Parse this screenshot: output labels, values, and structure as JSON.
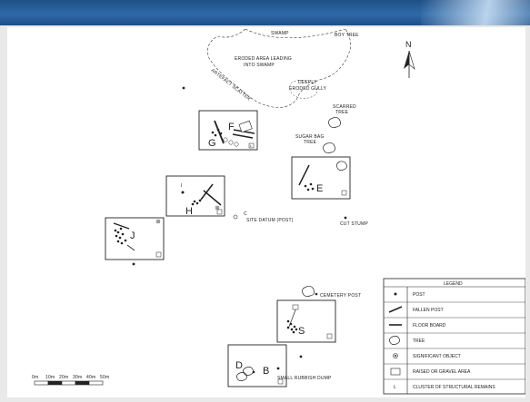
{
  "map": {
    "labels": {
      "swamp": "SWAMP",
      "boy_tree": "BOY TREE",
      "eroded_area": "ERODED AREA LEADING",
      "eroded_area_2": "INTO SWAMP",
      "artefact_scatter": "ARTEFACT SCATTER",
      "deeply_eroded": "DEEPLY",
      "deeply_eroded_2": "ERODED GULLY",
      "scarred_tree": "SCARRED",
      "scarred_tree_2": "TREE",
      "sugar_bag_tree": "SUGAR BAG",
      "sugar_bag_tree_2": "TREE",
      "site_datum": "SITE DATUM (POST)",
      "cut_stump": "CUT STUMP",
      "cemetery_post": "CEMETERY POST",
      "small_rubbish_dump": "SMALL RUBBISH DUMP",
      "north": "N"
    },
    "sites": {
      "f": "F",
      "g": "G",
      "e": "E",
      "h": "H",
      "i": "I",
      "j": "J",
      "s": "S",
      "b": "B",
      "d": "D",
      "c": "C"
    },
    "scale_bar": {
      "ticks": [
        "0m",
        "10m",
        "20m",
        "30m",
        "40m",
        "50m"
      ]
    },
    "legend": {
      "title": "LEGEND",
      "items": [
        {
          "symbol": "post",
          "label": "POST"
        },
        {
          "symbol": "fallen-post",
          "label": "FALLEN POST"
        },
        {
          "symbol": "floor-board",
          "label": "FLOOR BOARD"
        },
        {
          "symbol": "tree",
          "label": "TREE"
        },
        {
          "symbol": "significant-object",
          "label": "SIGNIFICANT OBJECT"
        },
        {
          "symbol": "raised-area",
          "label": "RAISED OR GRAVEL AREA"
        },
        {
          "symbol": "structural-cluster",
          "label": "CLUSTER OF STRUCTURAL REMAINS"
        }
      ],
      "cluster_symbol": "L"
    }
  },
  "colors": {
    "banner": "#1f4f86",
    "line": "#222222",
    "sheet": "#ffffff"
  }
}
